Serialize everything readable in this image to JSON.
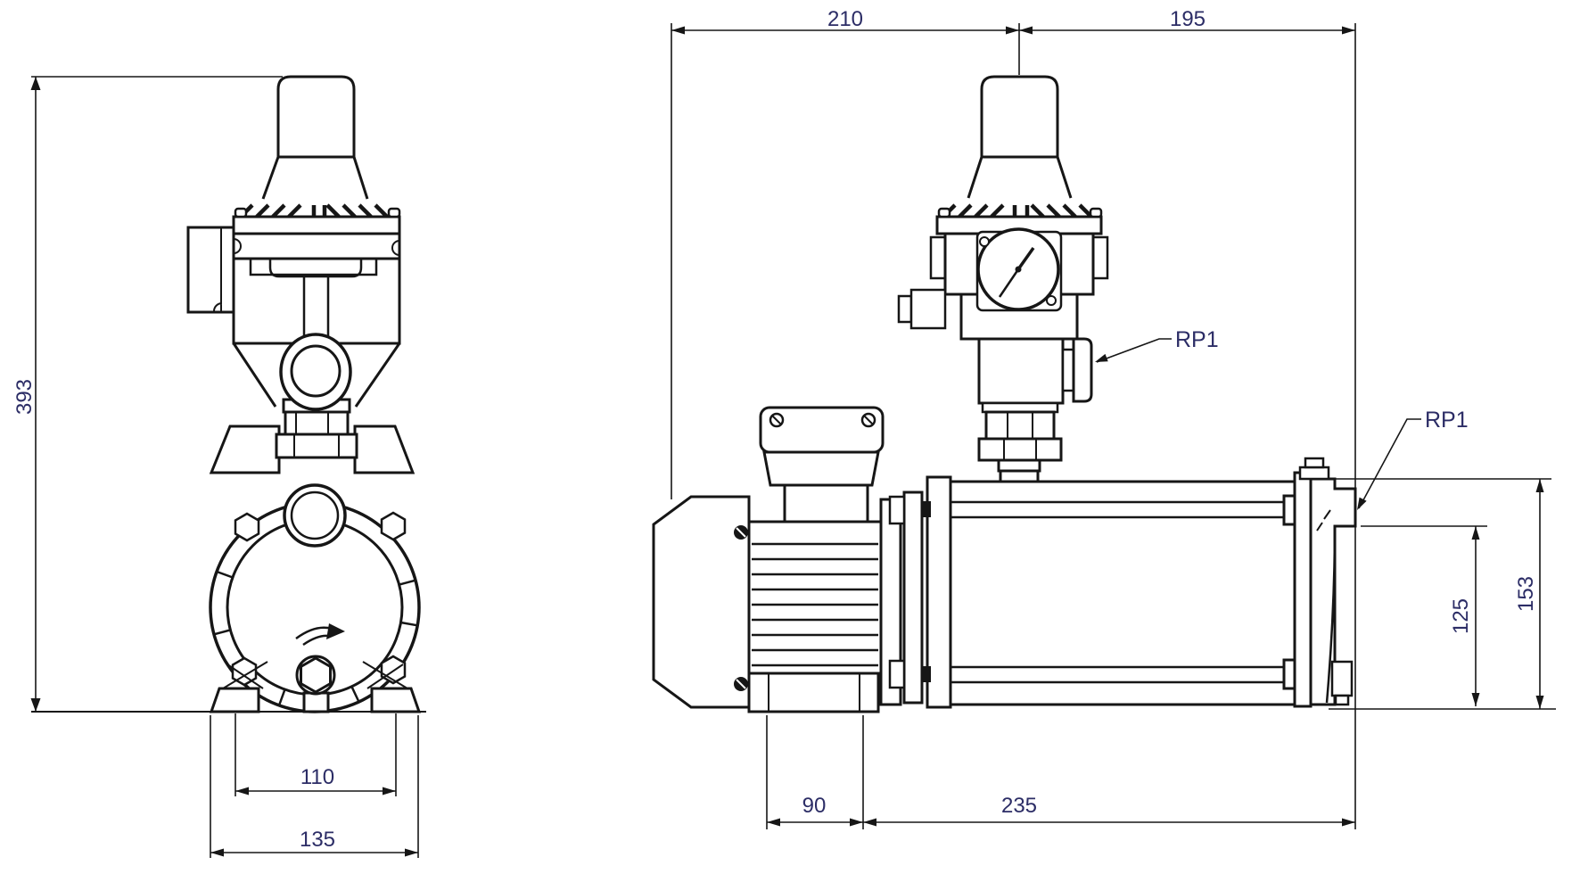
{
  "drawing": {
    "background": "#ffffff",
    "line_color": "#161616",
    "dim_color": "#2c2d66",
    "views": {
      "front": {
        "dim_height": "393",
        "dim_hole_spacing": "110",
        "dim_base_width": "135"
      },
      "side": {
        "dim_rear_to_axis": "210",
        "dim_axis_to_port": "195",
        "dim_foot_length": "90",
        "dim_foot_to_port": "235",
        "dim_port_height": "125",
        "dim_body_height": "153",
        "label_port_top": "RP1",
        "label_port_end": "RP1"
      }
    }
  }
}
